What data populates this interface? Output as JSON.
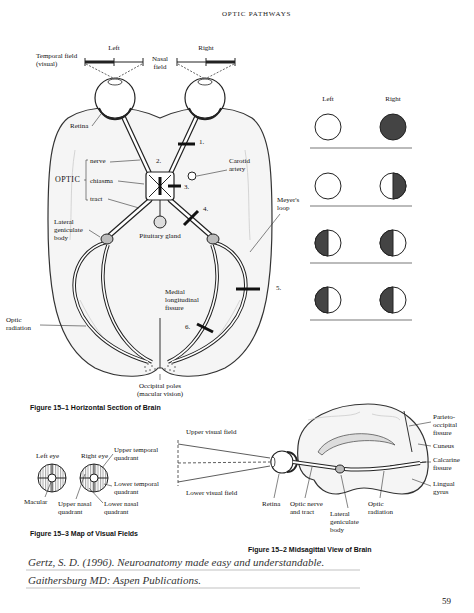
{
  "diagram": {
    "title": "OPTIC PATHWAYS",
    "labels": [
      "Left",
      "Right",
      "Temporal field (visual)",
      "Nasal field",
      "Retina",
      "OPTIC",
      "nerve",
      "chiasma",
      "tract",
      "1.",
      "2.",
      "3.",
      "Carotid artery",
      "4.",
      "Pituitary gland",
      "Lateral geniculate body",
      "Meyer's loop",
      "5.",
      "Medial longitudinal fissure",
      "6.",
      "Optic radiation",
      "Occipital poles (macular vision)",
      "Figure 15–1 Horizontal Section of Brain",
      "Left",
      "Right",
      "Left eye",
      "Right eye",
      "Upper temporal quadrant",
      "Lower temporal quadrant",
      "Macular",
      "Upper nasal quadrant",
      "Lower nasal quadrant",
      "Figure 15–3 Map of Visual Fields",
      "Upper visual field",
      "Lower visual field",
      "Retina",
      "Optic nerve and tract",
      "Lateral geniculate body",
      "Optic radiation",
      "Parieto-occipital fissure",
      "Cuneus",
      "Calcarine fissure",
      "Lingual gyrus",
      "Figure 15–2 Midsagittal View of Brain",
      "Gertz, S. D. (1996). Neuroanatomy made easy and understandable.",
      "Gaithersburg MD: Aspen Publications.",
      "59"
    ]
  }
}
